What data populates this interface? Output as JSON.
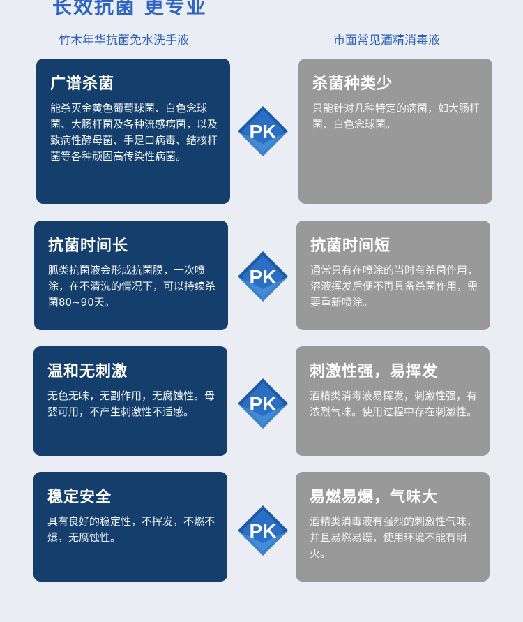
{
  "header": {
    "title": "长效抗菌 更专业",
    "left_column": "竹木年华抗菌免水洗手液",
    "right_column": "市面常见酒精消毒液"
  },
  "pk_label": "PK",
  "colors": {
    "left_card": "#143e6b",
    "right_card": "#999999",
    "header_text": "#2b5fb8",
    "pk_badge": "#1e5aa8"
  },
  "rows": [
    {
      "left": {
        "title": "广谱杀菌",
        "body": "能杀灭金黄色葡萄球菌、白色念球菌、大肠杆菌及各种流感病菌，以及致病性酵母菌、手足口病毒、结核杆菌等各种顽固高传染性病菌。"
      },
      "right": {
        "title": "杀菌种类少",
        "body": "只能针对几种特定的病菌，如大肠杆菌、白色念球菌。"
      }
    },
    {
      "left": {
        "title": "抗菌时间长",
        "body": "胍类抗菌液会形成抗菌膜，一次喷涂，在不清洗的情况下，可以持续杀菌80~90天。"
      },
      "right": {
        "title": "抗菌时间短",
        "body": "通常只有在喷涂的当时有杀菌作用，溶液挥发后便不再具备杀菌作用，需要重新喷涂。"
      }
    },
    {
      "left": {
        "title": "温和无刺激",
        "body": "无色无味，无副作用，无腐蚀性。母婴可用，不产生刺激性不适感。"
      },
      "right": {
        "title": "刺激性强，易挥发",
        "body": "酒精类消毒液易挥发，刺激性强，有浓烈气味。使用过程中存在刺激性。"
      }
    },
    {
      "left": {
        "title": "稳定安全",
        "body": "具有良好的稳定性，不挥发，不燃不爆，无腐蚀性。"
      },
      "right": {
        "title": "易燃易爆，气味大",
        "body": "酒精类消毒液有强烈的刺激性气味，并且易燃易爆，使用环境不能有明火。"
      }
    }
  ]
}
